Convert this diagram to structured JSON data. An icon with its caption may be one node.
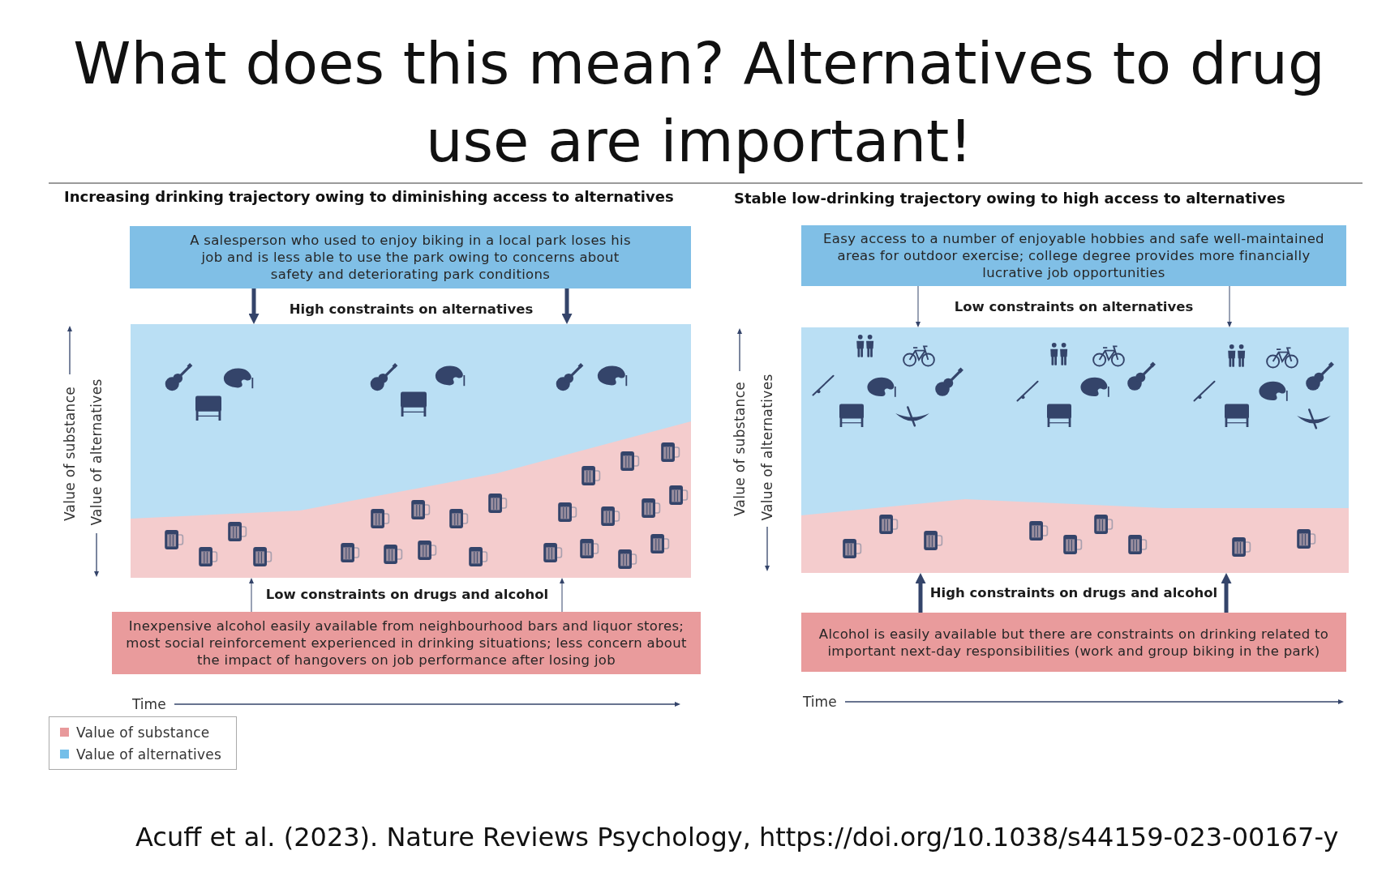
{
  "diagram": {
    "title": "What does this mean? Alternatives to drug use are important!",
    "caption": "Acuff et al. (2023). Nature Reviews Psychology, https://doi.org/10.1038/s44159-023-00167-y",
    "nodes": [
      {
        "text": [
          "A salesperson who used to enjoy biking in a local park loses his job and is less able to use the park owing to concerns about safety and deteriorating park conditions"
        ]
      },
      {
        "text": [],
        "shape": "picture"
      },
      {
        "text": [
          "Inexpensive alcohol easily available from neighbourhood bars and liquor stores; most social reinforcement experienced in drinking situations; less concern about the impact of hangovers on job performance after losing job"
        ]
      },
      {
        "text": [
          "Easy access to a number of enjoyable hobbies and safe well-maintained areas for outdoor exercise; college degree provides more financially lucrative job opportunities"
        ]
      },
      {
        "text": [],
        "shape": "picture"
      },
      {
        "text": [
          "Alcohol is easily available but there are constraints on drinking related to important next-day responsibilities (work and group biking in the park)"
        ]
      }
    ],
    "edges": [
      {
        "from": 0,
        "to": 1,
        "arrow": "to",
        "style": "thick"
      },
      {
        "from": 0,
        "to": 1,
        "arrow": "to",
        "style": "thick"
      },
      {
        "from": 2,
        "to": 1,
        "arrow": "to"
      },
      {
        "from": 2,
        "to": 1,
        "arrow": "to"
      },
      {
        "from": 3,
        "to": 4,
        "arrow": "to"
      },
      {
        "from": 3,
        "to": 4,
        "arrow": "to"
      },
      {
        "from": 5,
        "to": 4,
        "arrow": "to",
        "style": "thick"
      },
      {
        "from": 5,
        "to": 4,
        "arrow": "to",
        "style": "thick"
      }
    ],
    "labels": [
      "Increasing drinking trajectory owing to diminishing access to alternatives",
      "High constraints on alternatives",
      "Value of substance",
      "Value of alternatives",
      "Low constraints on drugs and alcohol",
      "Time",
      "Stable low-drinking trajectory owing to high access to alternatives",
      "Low constraints on alternatives",
      "Value of substance",
      "Value of alternatives",
      "High constraints on drugs and alcohol",
      "Time"
    ],
    "legend": [
      {
        "text": "Value of substance",
        "color": "#e8999b"
      },
      {
        "text": "Value of alternatives",
        "color": "#74bfe9"
      }
    ]
  }
}
